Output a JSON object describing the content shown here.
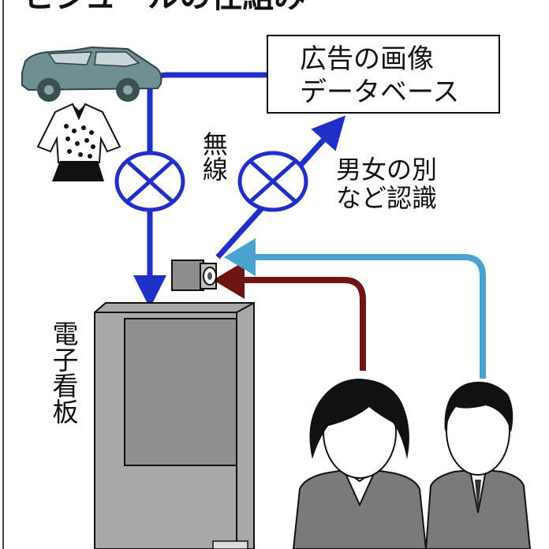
{
  "title_partial": "ビジュールの仕組み",
  "database_box": {
    "line1": "広告の画像",
    "line2": "データベース"
  },
  "wireless_label": "無線",
  "recognition_label": {
    "line1": "男女の別",
    "line2": "など認識"
  },
  "signage_label": "電子看板",
  "colors": {
    "wireless_arrow": "#1f2fc8",
    "female_arrow": "#6e1414",
    "male_arrow": "#4aa3cf",
    "car": "#6f8f92",
    "signage": "#a8a8a8",
    "screen": "#8f8f8f",
    "people": "#7a7a7a"
  },
  "icons": [
    "car-icon",
    "clothing-icon",
    "antenna-icon",
    "camera-icon",
    "woman-icon",
    "man-icon"
  ]
}
